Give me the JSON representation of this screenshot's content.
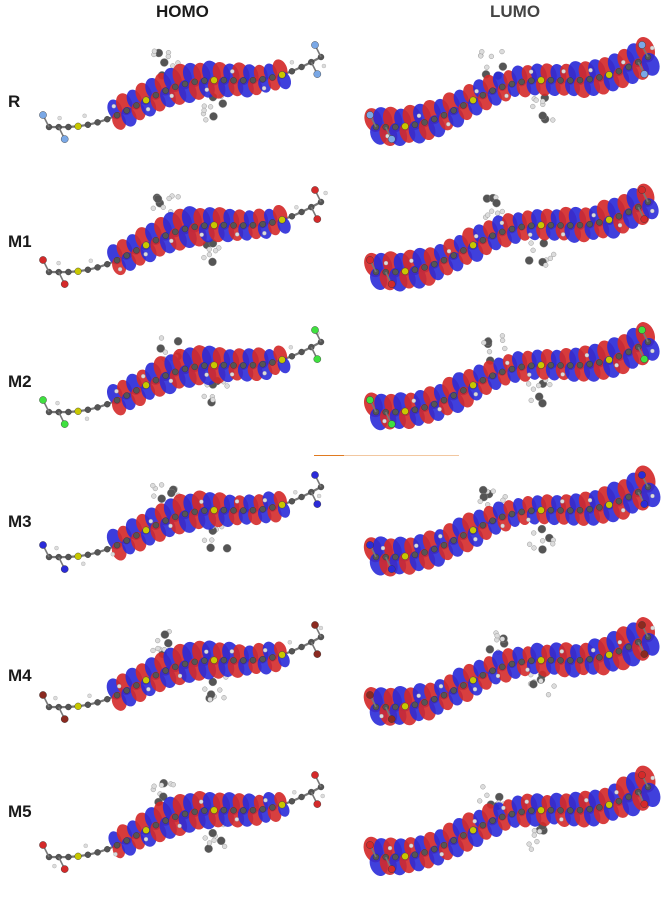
{
  "columns": {
    "homo": "HOMO",
    "lumo": "LUMO"
  },
  "rows": [
    {
      "label": "R"
    },
    {
      "label": "M1"
    },
    {
      "label": "M2"
    },
    {
      "label": "M3"
    },
    {
      "label": "M4"
    },
    {
      "label": "M5"
    }
  ],
  "colors": {
    "positive_lobe": "#d42a2a",
    "negative_lobe": "#2b2bd8",
    "carbon": "#555555",
    "hydrogen": "#dcdcdc",
    "sulfur": "#c8c800",
    "fluorine": "#7aa8e6",
    "chlorine": "#3fe03f",
    "bromine": "#8b2a20",
    "divider": "#e07a20"
  },
  "terminal_atoms": [
    "fluorine",
    "nitro-oxygen",
    "chlorine",
    "cyano-nitrogen",
    "bromine",
    "ester-oxygen"
  ]
}
